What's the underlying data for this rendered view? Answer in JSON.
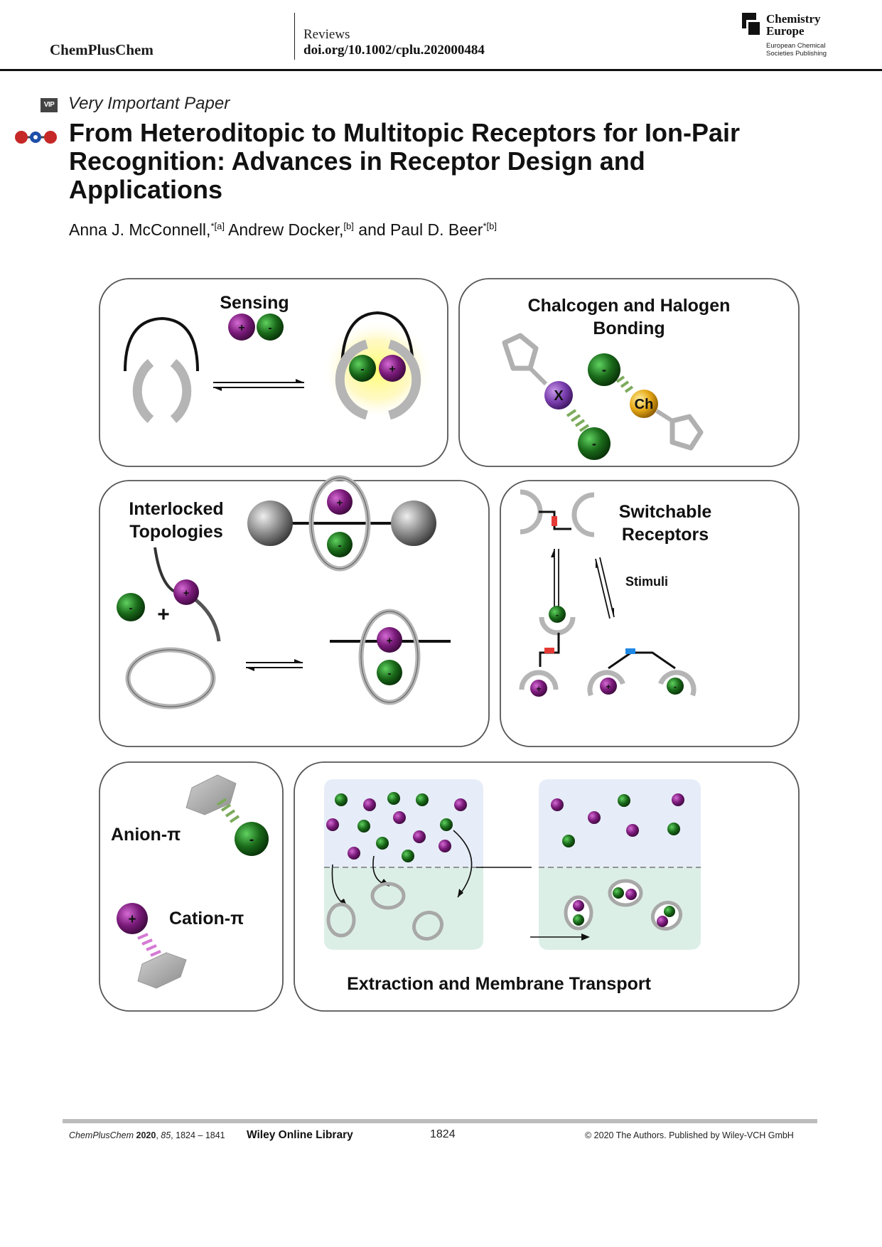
{
  "header": {
    "journal": "ChemPlusChem",
    "section": "Reviews",
    "doi": "doi.org/10.1002/cplu.202000484",
    "publisher_line1": "Chemistry",
    "publisher_line2": "Europe",
    "publisher_sub1": "European Chemical",
    "publisher_sub2": "Societies Publishing"
  },
  "article": {
    "vip_badge": "VIP",
    "label": "Very Important Paper",
    "title_line1": "From Heteroditopic to Multitopic Receptors for Ion-Pair",
    "title_line2": "Recognition: Advances in Receptor Design and",
    "title_line3": "Applications",
    "author1": "Anna J. McConnell,",
    "author1_sup": "*[a]",
    "author2": " Andrew Docker,",
    "author2_sup": "[b]",
    "author3": " and Paul D. Beer",
    "author3_sup": "*[b]"
  },
  "figure": {
    "sensing": "Sensing",
    "chalcogen_line1": "Chalcogen and Halogen",
    "chalcogen_line2": "Bonding",
    "interlocked_line1": "Interlocked",
    "interlocked_line2": "Topologies",
    "switchable_line1": "Switchable",
    "switchable_line2": "Receptors",
    "stimuli": "Stimuli",
    "anion_pi": "Anion-π",
    "cation_pi": "Cation-π",
    "extraction": "Extraction and Membrane Transport",
    "x_label": "X",
    "ch_label": "Ch",
    "plus": "+",
    "minus": "-"
  },
  "footer": {
    "citation_journal": "ChemPlusChem",
    "citation_year": "2020",
    "citation_volume": "85",
    "citation_pages": "1824 – 1841",
    "library": "Wiley Online Library",
    "page": "1824",
    "copyright": "© 2020 The Authors. Published by Wiley-VCH GmbH"
  },
  "colors": {
    "cation": "#7a1a7a",
    "anion": "#1a6a1a",
    "panel_border": "#555555",
    "upper_phase": "#e6edf8",
    "lower_phase": "#dcefe6"
  }
}
